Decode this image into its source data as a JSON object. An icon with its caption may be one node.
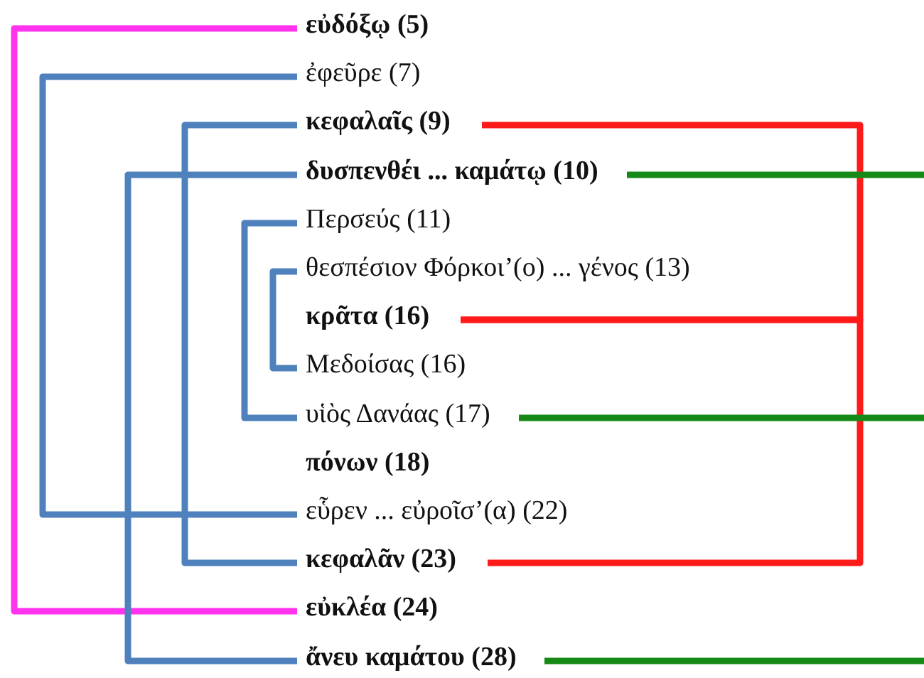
{
  "diagram": {
    "nodes": [
      {
        "text": [
          "εὐδόξῳ (5)"
        ]
      },
      {
        "text": [
          "ἐφεῦρε (7)"
        ]
      },
      {
        "text": [
          "κεφαλαῖς (9)"
        ]
      },
      {
        "text": [
          "δυσπενθέι ... καμάτῳ (10)"
        ]
      },
      {
        "text": [
          "Περσεύς (11)"
        ]
      },
      {
        "text": [
          "θεσπέσιον Φόρκοι’(ο) ... γένος (13)"
        ]
      },
      {
        "text": [
          "κρᾶτα (16)"
        ]
      },
      {
        "text": [
          "Μεδοίσας (16)"
        ]
      },
      {
        "text": [
          "υἱὸς Δανάας (17)"
        ]
      },
      {
        "text": [
          "πόνων (18)"
        ]
      },
      {
        "text": [
          "εὗρεν ... εὐροῖσ’(α) (22)"
        ]
      },
      {
        "text": [
          "κεφαλᾶν (23)"
        ]
      },
      {
        "text": [
          "εὐκλέα (24)"
        ]
      },
      {
        "text": [
          "ἄνευ καμάτου (28)"
        ]
      }
    ],
    "edges": [
      {
        "from": 0,
        "to": 12,
        "arrow": "none",
        "color": "#ff33ee"
      },
      {
        "from": 1,
        "to": 10,
        "arrow": "none"
      },
      {
        "from": 2,
        "to": 11,
        "arrow": "none"
      },
      {
        "from": 3,
        "to": 13,
        "arrow": "none"
      },
      {
        "from": 4,
        "to": 8,
        "arrow": "none"
      },
      {
        "from": 5,
        "to": 7,
        "arrow": "none"
      },
      {
        "from": 2,
        "to": 6,
        "arrow": "none",
        "color": "#ff1a1a"
      },
      {
        "from": 6,
        "to": 11,
        "arrow": "none",
        "color": "#ff1a1a"
      },
      {
        "from": 3,
        "to": null,
        "arrow": "none",
        "color": "#168a16"
      },
      {
        "from": 8,
        "to": null,
        "arrow": "none",
        "color": "#168a16"
      },
      {
        "from": 13,
        "to": null,
        "arrow": "none",
        "color": "#168a16"
      }
    ]
  }
}
